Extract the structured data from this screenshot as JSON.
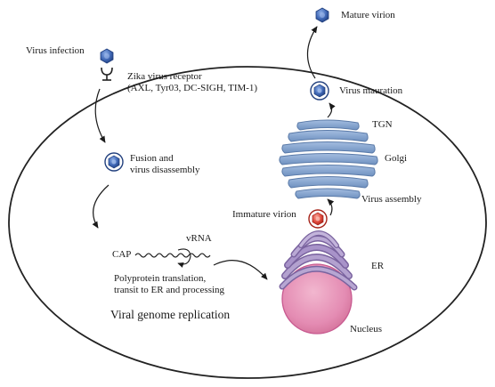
{
  "labels": {
    "virus_infection": "Virus infection",
    "receptor_title": "Zika virus receptor",
    "receptor_list": "(AXL, Tyr03, DC-SIGH, TIM-1)",
    "fusion": "Fusion and\nvirus disassembly",
    "cap": "CAP",
    "vrna": "vRNA",
    "polyprotein": "Polyprotein translation,\ntransit to ER and processing",
    "replication": "Viral genome replication",
    "mature_virion": "Mature virion",
    "maturation": "Virus mauration",
    "tgn": "TGN",
    "golgi": "Golgi",
    "assembly": "Virus assembly",
    "immature_virion": "Immature virion",
    "er": "ER",
    "nucleus": "Nucleus"
  },
  "colors": {
    "virion_blue": "#3f67b5",
    "virion_dark": "#22407e",
    "immature_red": "#e0493c",
    "golgi": "#7c9dc8",
    "golgi_edge": "#5a7aa8",
    "er": "#9a84bb",
    "er_edge": "#7a639f",
    "nucleus": "#e48cb3",
    "nucleus_edge": "#c85a90",
    "outline": "#222222"
  },
  "icons": {
    "virion": "virion-icon",
    "receptor": "receptor-icon",
    "arrow": "arrow-icon"
  }
}
